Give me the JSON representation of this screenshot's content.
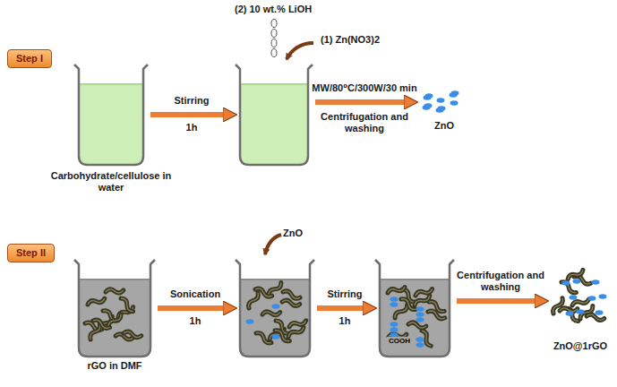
{
  "diagram": {
    "nodes": [
      {
        "text": [
          "Step I"
        ]
      },
      {
        "text": [
          "Carbohydrate/cellulose in water"
        ]
      },
      {
        "text": [
          "(2) 10 wt.% LiOH",
          "(1) Zn(NO3)2"
        ]
      },
      {
        "text": [
          "ZnO"
        ]
      },
      {
        "text": [
          "Step II"
        ]
      },
      {
        "text": [
          "rGO in DMF"
        ]
      },
      {
        "text": [
          "ZnO"
        ]
      },
      {
        "text": [
          "COOH"
        ]
      },
      {
        "text": [
          "ZnO@1rGO"
        ]
      }
    ],
    "edges": [
      {
        "from": 1,
        "to": 2,
        "arrow": "to",
        "label": "Stirring"
      },
      {
        "from": 2,
        "to": 3,
        "arrow": "to",
        "label": "MW/80⁰C/300W/30 min"
      },
      {
        "from": 5,
        "to": 6,
        "arrow": "to",
        "label": "Sonication"
      },
      {
        "from": 6,
        "to": 7,
        "arrow": "to",
        "label": "Stirring"
      },
      {
        "from": 7,
        "to": 8,
        "arrow": "to",
        "label": "Centrifugation and washing"
      }
    ],
    "labels": [
      "1h",
      "Centrifugation and washing",
      "1h",
      "1h"
    ]
  }
}
